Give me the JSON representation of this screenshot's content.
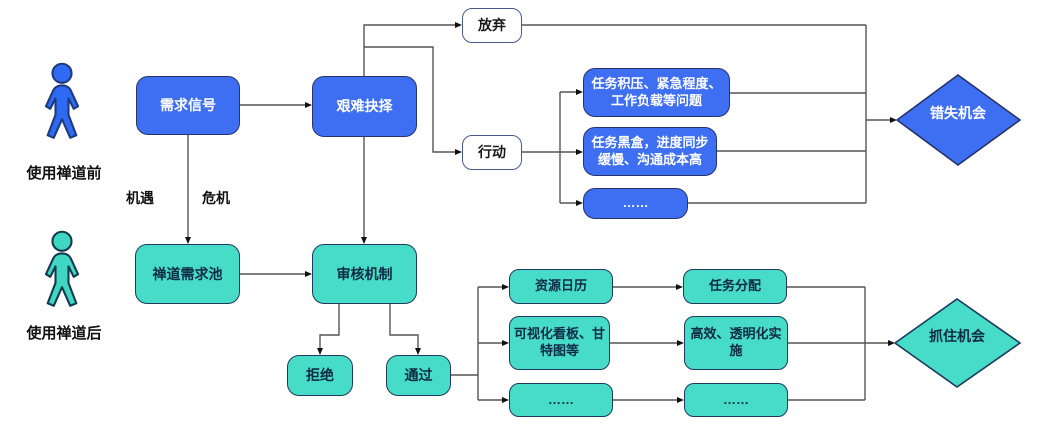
{
  "diagram": {
    "sections": {
      "before": {
        "label": "使用禅道前",
        "icon": "person-icon",
        "accent": "#3e6ef2"
      },
      "after": {
        "label": "使用禅道后",
        "icon": "person-icon",
        "accent": "#47dcc8"
      }
    },
    "edge_labels": {
      "opportunity": "机遇",
      "crisis": "危机"
    },
    "nodes": {
      "demand_signal": "需求信号",
      "hard_choice": "艰难抉择",
      "give_up": "放弃",
      "act": "行动",
      "task_backlog": "任务积压、紧急程度、工作负载等问题",
      "task_blackbox": "任务黑盒，进度同步缓慢、沟通成本高",
      "ellipsis_top": "……",
      "miss_opportunity": "错失机会",
      "zentao_pool": "禅道需求池",
      "review_mechanism": "审核机制",
      "reject": "拒绝",
      "pass": "通过",
      "resource_calendar": "资源日历",
      "kanban_gantt": "可视化看板、甘特图等",
      "ellipsis_bottom_left": "……",
      "task_assignment": "任务分配",
      "efficient_transparent": "高效、透明化实施",
      "ellipsis_bottom_right": "……",
      "seize_opportunity": "抓住机会"
    },
    "colors": {
      "blue_fill": "#3e6ef2",
      "blue_border": "#25346b",
      "teal_fill": "#47dcc8",
      "teal_border": "#1c3b5e",
      "teal_text": "#0f2a45",
      "outline_box_border": "#49598b",
      "connector": "#555555",
      "arrow": "#111111"
    }
  }
}
